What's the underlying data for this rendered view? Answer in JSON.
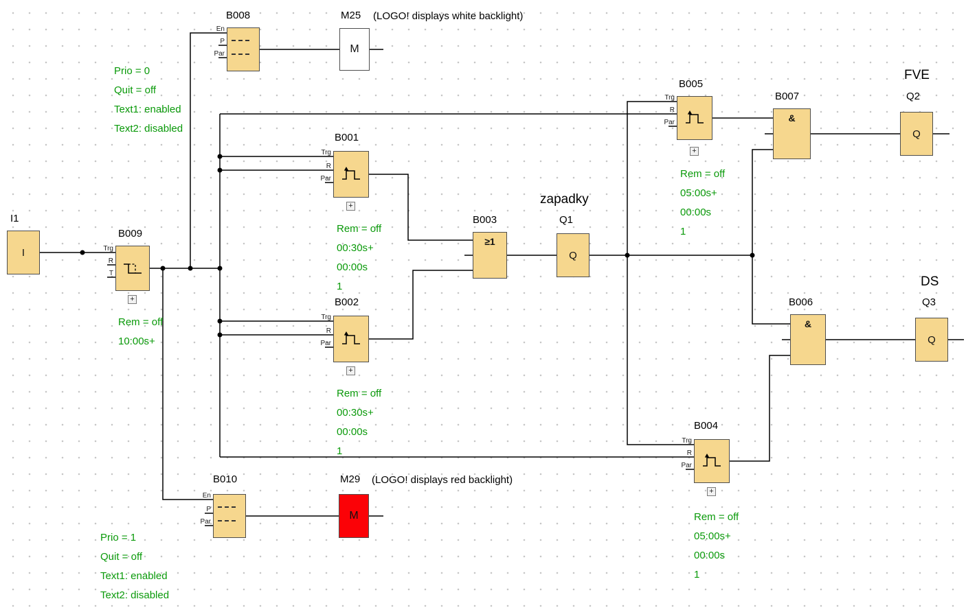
{
  "diagram": {
    "blocks": {
      "i1": {
        "name": "I1",
        "symbol": "I"
      },
      "b009": {
        "name": "B009",
        "ports": [
          "Trg",
          "R",
          "T"
        ],
        "params": [
          "Rem = off",
          "10:00s+"
        ]
      },
      "b008": {
        "name": "B008",
        "ports": [
          "En",
          "P",
          "Par"
        ]
      },
      "m25": {
        "name": "M25",
        "symbol": "M",
        "caption": "(LOGO! displays white backlight)"
      },
      "b001": {
        "name": "B001",
        "ports": [
          "Trg",
          "R",
          "Par"
        ],
        "params": [
          "Rem = off",
          "00:30s+",
          "00:00s",
          "1"
        ]
      },
      "b002": {
        "name": "B002",
        "ports": [
          "Trg",
          "R",
          "Par"
        ],
        "params": [
          "Rem = off",
          "00:30s+",
          "00:00s",
          "1"
        ]
      },
      "b003": {
        "name": "B003",
        "symbol": "≥1"
      },
      "q1": {
        "name": "Q1",
        "symbol": "Q",
        "tag": "zapadky"
      },
      "b005": {
        "name": "B005",
        "ports": [
          "Trg",
          "R",
          "Par"
        ],
        "params": [
          "Rem = off",
          "05:00s+",
          "00:00s",
          "1"
        ]
      },
      "b007": {
        "name": "B007",
        "symbol": "&"
      },
      "q2": {
        "name": "Q2",
        "symbol": "Q",
        "tag": "FVE"
      },
      "b006": {
        "name": "B006",
        "symbol": "&"
      },
      "q3": {
        "name": "Q3",
        "symbol": "Q",
        "tag": "DS"
      },
      "b004": {
        "name": "B004",
        "ports": [
          "Trg",
          "R",
          "Par"
        ],
        "params": [
          "Rem = off",
          "05:00s+",
          "00:00s",
          "1"
        ]
      },
      "b010": {
        "name": "B010",
        "ports": [
          "En",
          "P",
          "Par"
        ]
      },
      "m29": {
        "name": "M29",
        "symbol": "M",
        "caption": "(LOGO! displays red backlight)"
      }
    },
    "annotations": {
      "message_text_1": [
        "Prio = 0",
        "Quit = off",
        "Text1: enabled",
        "Text2: disabled"
      ],
      "message_text_2": [
        "Prio = 1",
        "Quit = off",
        "Text1: enabled",
        "Text2: disabled"
      ]
    },
    "expander_symbol": "+"
  },
  "colors": {
    "block_fill": "#F6D78E",
    "block_border": "#4D4D4D",
    "wire": "#000000",
    "param_text": "#0A9A0A",
    "m25_fill": "#FFFFFF",
    "m29_fill": "#FB0207"
  }
}
